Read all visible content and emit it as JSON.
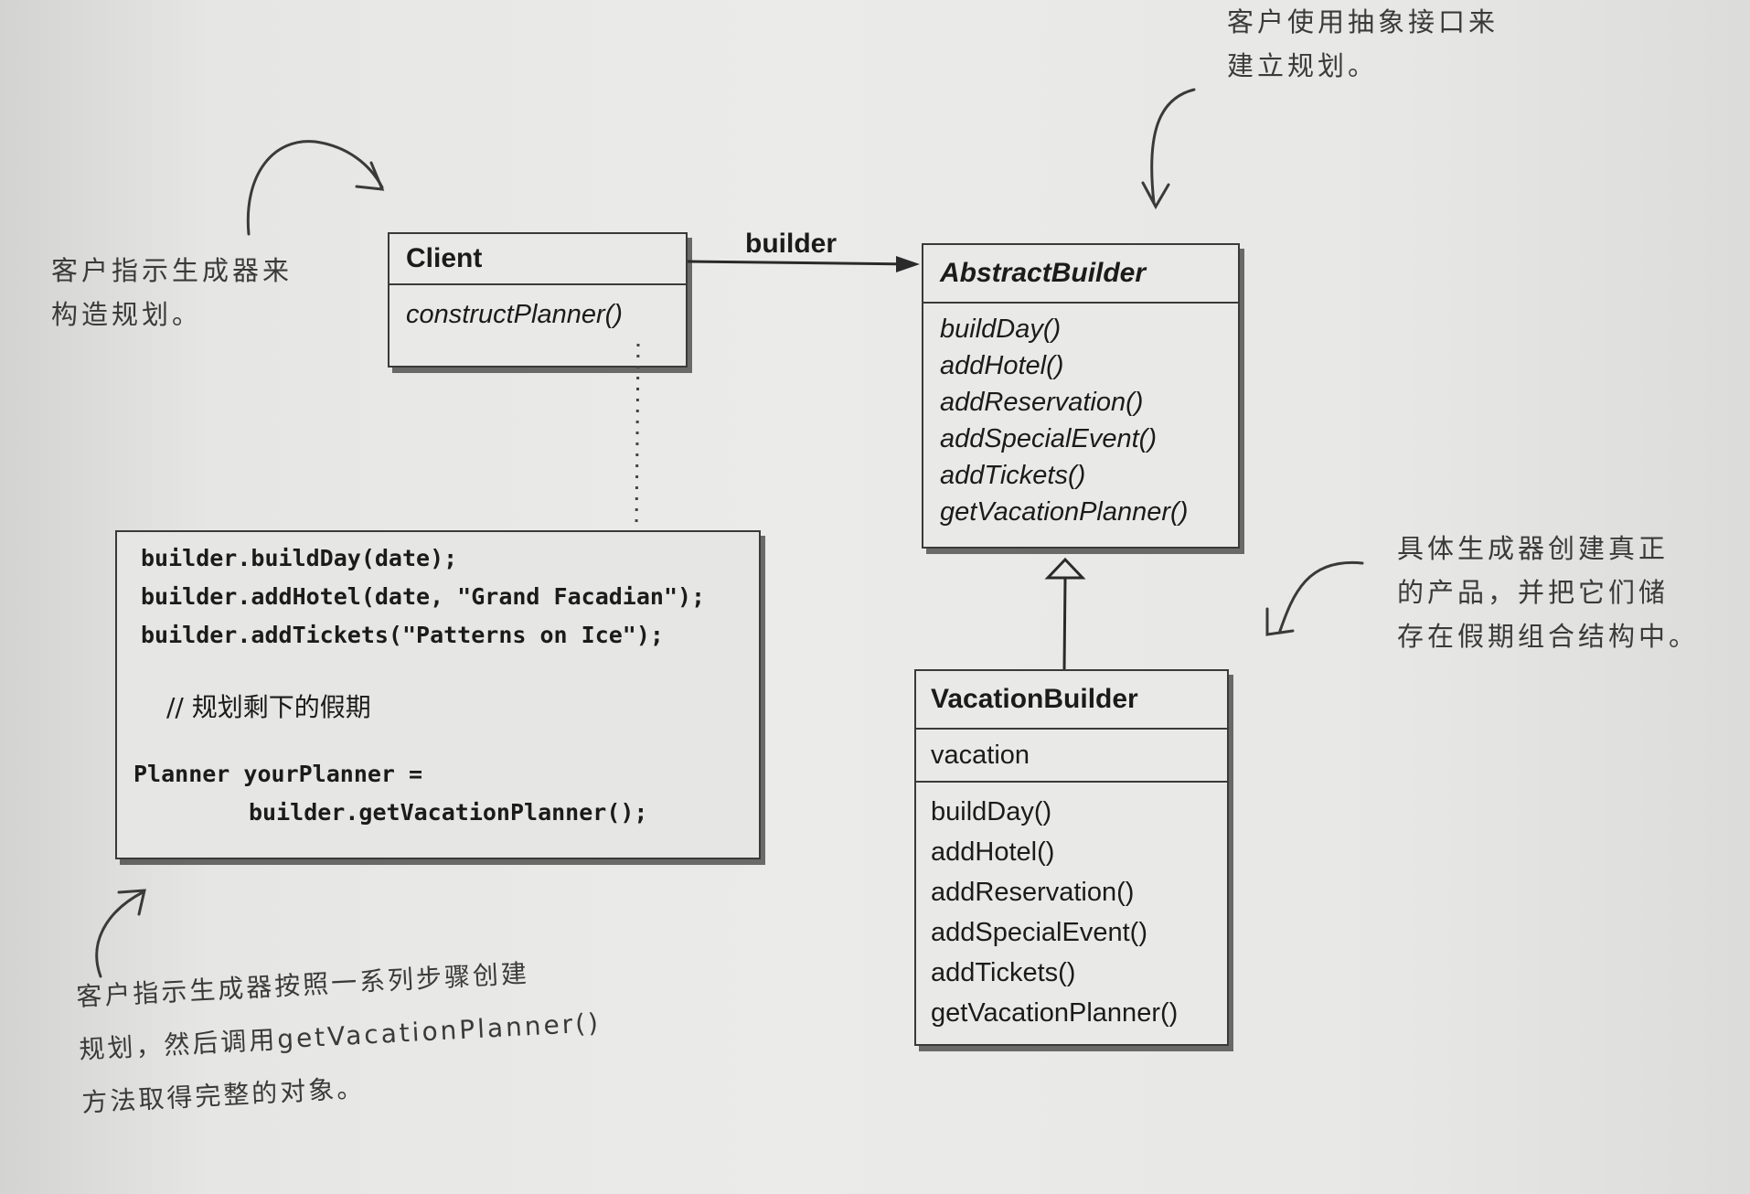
{
  "client": {
    "name": "Client",
    "method": "constructPlanner()"
  },
  "association_label": "builder",
  "abstract_builder": {
    "name": "AbstractBuilder",
    "methods": [
      "buildDay()",
      "addHotel()",
      "addReservation()",
      "addSpecialEvent()",
      "addTickets()",
      "getVacationPlanner()"
    ]
  },
  "vacation_builder": {
    "name": "VacationBuilder",
    "attribute": "vacation",
    "methods": [
      "buildDay()",
      "addHotel()",
      "addReservation()",
      "addSpecialEvent()",
      "addTickets()",
      "getVacationPlanner()"
    ]
  },
  "code": {
    "lines": [
      "builder.buildDay(date);",
      "builder.addHotel(date, \"Grand Facadian\");",
      "builder.addTickets(\"Patterns on Ice\");",
      "// 规划剩下的假期",
      "Planner yourPlanner =",
      "builder.getVacationPlanner();"
    ]
  },
  "notes": {
    "top_right": [
      "客户使用抽象接口来",
      "建立规划。"
    ],
    "left": [
      "客户指示生成器来",
      "构造规划。"
    ],
    "right": [
      "具体生成器创建真正",
      "的产品，并把它们储",
      "存在假期组合结构中。"
    ],
    "bottom": [
      "客户指示生成器按照一系列步骤创建",
      "规划，然后调用getVacationPlanner()",
      "方法取得完整的对象。"
    ]
  }
}
